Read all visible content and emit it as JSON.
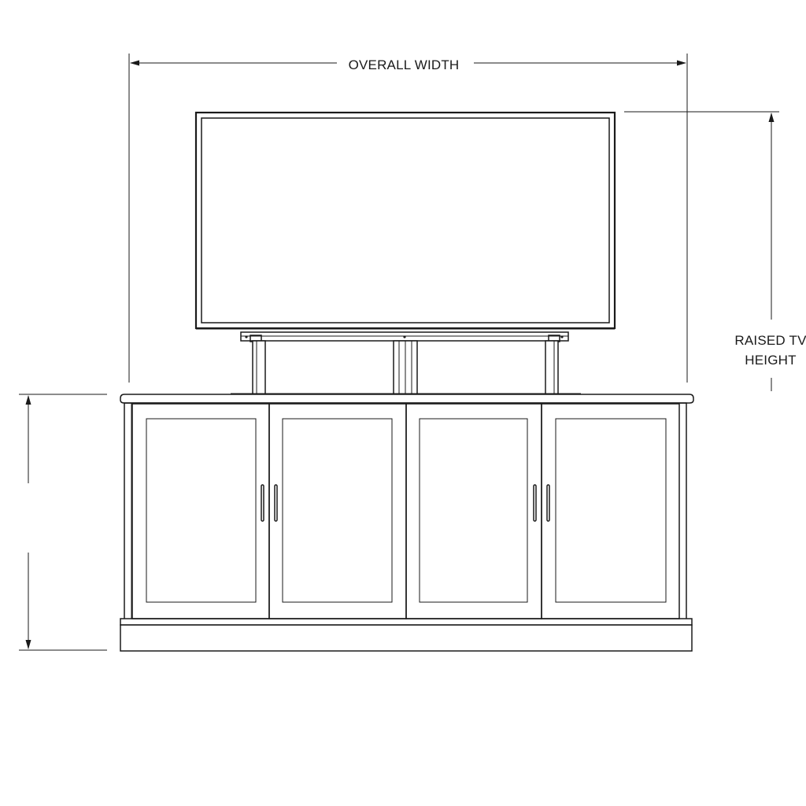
{
  "dimensions": {
    "overall_width_label": "OVERALL WIDTH",
    "raised_tv_height_line1": "RAISED TV",
    "raised_tv_height_line2": "HEIGHT"
  },
  "cabinet": {
    "door_count": 4
  },
  "colors": {
    "line": "#1a1a1a",
    "background": "#ffffff"
  }
}
